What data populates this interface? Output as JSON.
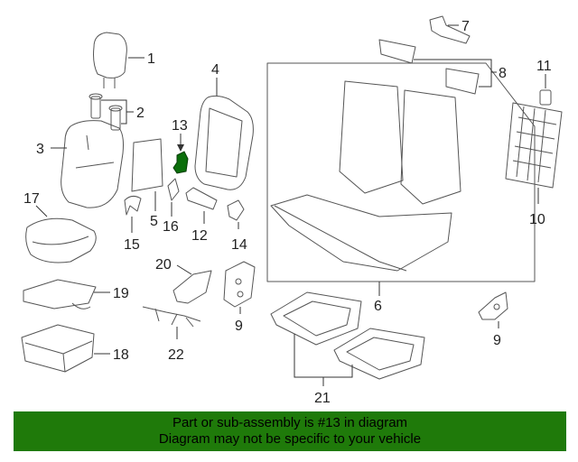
{
  "callouts": {
    "c1": "1",
    "c2": "2",
    "c3": "3",
    "c4": "4",
    "c5": "5",
    "c6": "6",
    "c7": "7",
    "c8": "8",
    "c9a": "9",
    "c9b": "9",
    "c10": "10",
    "c11": "11",
    "c12": "12",
    "c13": "13",
    "c14": "14",
    "c15": "15",
    "c16": "16",
    "c17": "17",
    "c18": "18",
    "c19": "19",
    "c20": "20",
    "c21": "21",
    "c22": "22"
  },
  "highlight_part": "13",
  "colors": {
    "banner": "#1f7a0a",
    "highlight": "#0b6e0b"
  },
  "footer": {
    "line1": "Part or sub-assembly is #13 in diagram",
    "line2": "Diagram may not be specific to your vehicle"
  }
}
